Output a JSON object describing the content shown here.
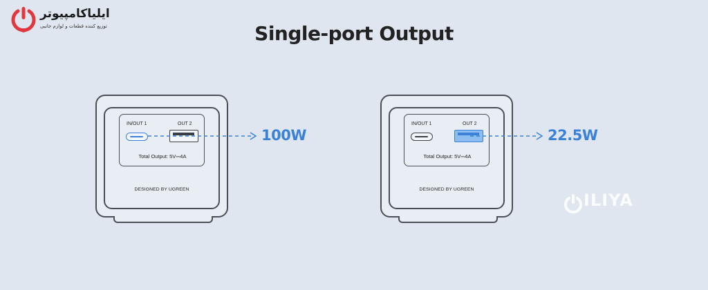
{
  "brand": {
    "name": "ایلیاکامپیوتر",
    "tagline": "توزیع کننده قطعات و لوازم جانبی",
    "watermark": "ILIYA",
    "color": "#e0383e"
  },
  "page_title": "Single-port Output",
  "accent_color": "#3b82d6",
  "devices": [
    {
      "port1_label": "IN/OUT 1",
      "port2_label": "OUT 2",
      "total_output": "Total Output: 5V⎓4A",
      "designed_by": "DESIGNED BY UGREEN",
      "active_port": "IN/OUT 1",
      "output_watt": "100W"
    },
    {
      "port1_label": "IN/OUT 1",
      "port2_label": "OUT 2",
      "total_output": "Total Output: 5V⎓4A",
      "designed_by": "DESIGNED BY UGREEN",
      "active_port": "OUT 2",
      "output_watt": "22.5W"
    }
  ]
}
